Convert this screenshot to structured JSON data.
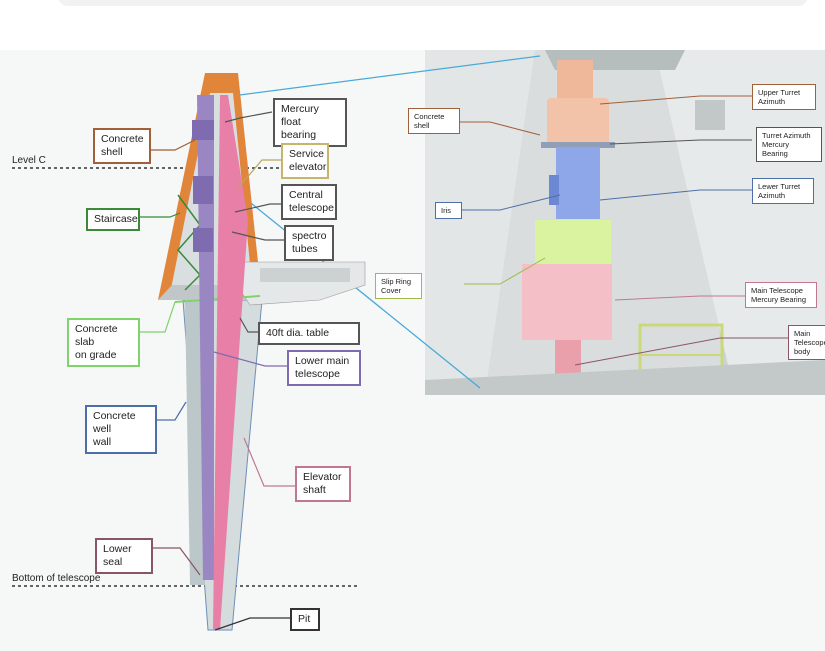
{
  "left_labels": {
    "mercury_float": "Mercury float\nbearing",
    "concrete_shell": "Concrete\nshell",
    "service_elevator": "Service\nelevator",
    "central_telescope": "Central\ntelescope",
    "staircase": "Staircase",
    "spectro_tubes": "spectro\ntubes",
    "concrete_slab": "Concrete slab\non grade",
    "table_40ft": "40ft dia. table",
    "lower_main": "Lower main\ntelescope",
    "well_wall": "Concrete well\nwall",
    "elevator_shaft": "Elevator\nshaft",
    "lower_seal": "Lower seal",
    "pit": "Pit"
  },
  "levels": {
    "level_c": "Level C",
    "bottom": "Bottom of telescope"
  },
  "right_labels": {
    "concrete_shell": "Concrete\nshell",
    "upper_turret": "Upper Turret\nAzimuth",
    "turret_mercury": "Turret Azimuth\nMercury Bearing",
    "lower_turret": "Lewer Turret\nAzimuth",
    "iris": "Iris",
    "slip_ring": "Slip Ring\nCover",
    "main_mercury": "Main Telescope\nMercury Bearing",
    "main_body": "Main Telescope\nbody"
  },
  "colors": {
    "concrete_shell": "#e0853a",
    "telescope": "#9b86c4",
    "elevator": "#e87fa7",
    "staircase": "#3a8a3a",
    "slab": "#7fd36b",
    "upper_turret": "#f2b99a",
    "lower_turret": "#8aa3e0",
    "slip_ring": "#d6f09a",
    "main_bearing": "#f1b8c2",
    "connector": "#49a9d8"
  }
}
